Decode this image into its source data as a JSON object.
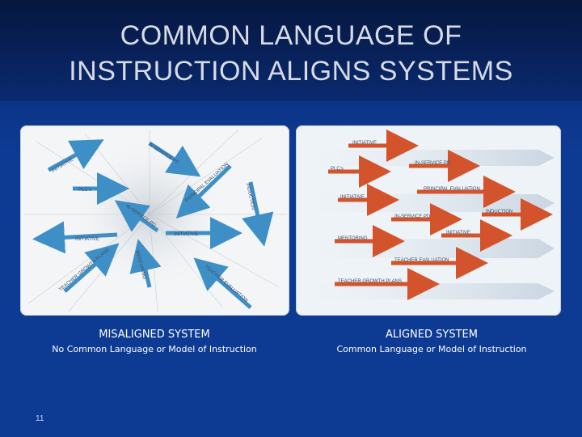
{
  "slide": {
    "title_line1": "COMMON LANGUAGE OF",
    "title_line2": "INSTRUCTION ALIGNS SYSTEMS",
    "number": "11"
  },
  "misaligned": {
    "heading": "MISALIGNED SYSTEM",
    "subheading": "No Common Language or Model of Instruction",
    "arrows": [
      {
        "label": "INITIATIVE",
        "icon": "arrow-up-right"
      },
      {
        "label": "IN-SERVICE PD",
        "icon": "arrow-down-right"
      },
      {
        "label": "PLC's",
        "icon": "arrow-right"
      },
      {
        "label": "PRINCIPAL EVALUATION",
        "icon": "arrow-down-left"
      },
      {
        "label": "INDUCTION",
        "icon": "arrow-down"
      },
      {
        "label": "IN-SERVICE PD",
        "icon": "arrow-up-left"
      },
      {
        "label": "INITIATIVE",
        "icon": "arrow-left"
      },
      {
        "label": "INITIATIVE",
        "icon": "arrow-right"
      },
      {
        "label": "TEACHER GROWTH PLANS",
        "icon": "arrow-up-right"
      },
      {
        "label": "MENTORING",
        "icon": "arrow-up"
      },
      {
        "label": "TEACHER EVALUATION",
        "icon": "arrow-up-left"
      }
    ]
  },
  "aligned": {
    "heading": "ALIGNED SYSTEM",
    "subheading": "Common Language or Model of Instruction",
    "arrows": [
      {
        "label": "INITIATIVE"
      },
      {
        "label": "IN-SERVICE PD"
      },
      {
        "label": "PLC's"
      },
      {
        "label": "PRINCIPAL EVALUATION"
      },
      {
        "label": "INITIATIVE"
      },
      {
        "label": "INDUCTION"
      },
      {
        "label": "IN-SERVICE PD"
      },
      {
        "label": "INITIATIVE"
      },
      {
        "label": "MENTORING"
      },
      {
        "label": "TEACHER EVALUATION"
      },
      {
        "label": "TEACHER GROWTH PLANS"
      }
    ]
  },
  "colors": {
    "arrow_blue": "#3f8fc7",
    "arrow_red": "#d2532c",
    "background_blue": "#0d3a93"
  }
}
